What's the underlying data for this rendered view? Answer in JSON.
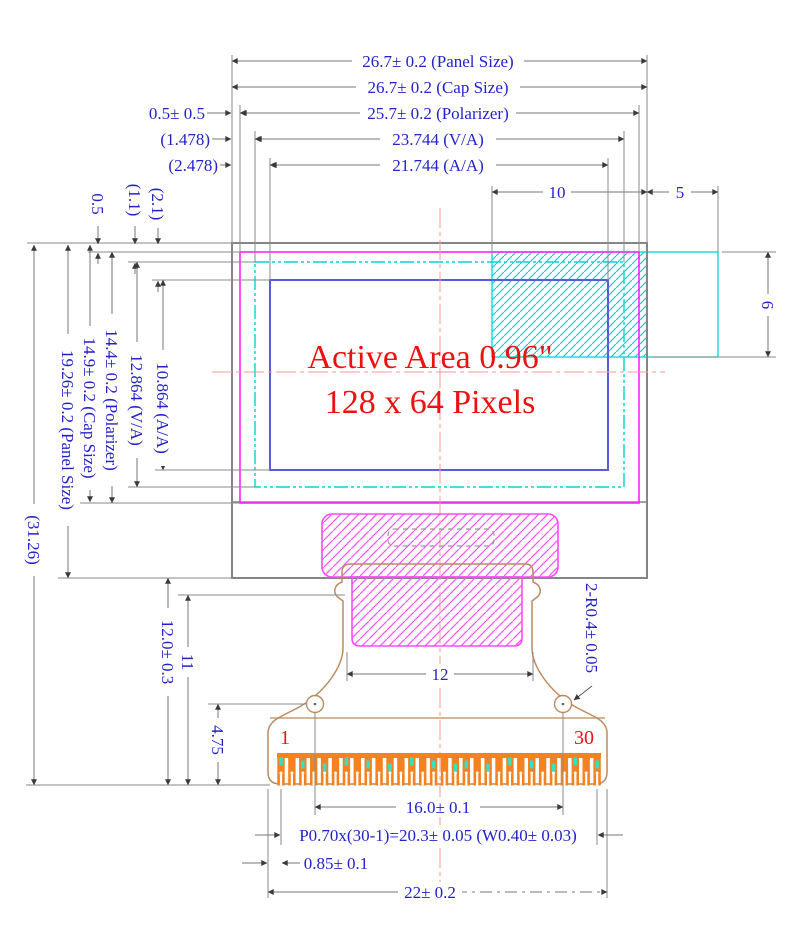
{
  "drawing": {
    "active_area_line1": "Active Area 0.96\"",
    "active_area_line2": "128 x 64 Pixels"
  },
  "dims_top": {
    "panel_w": "26.7± 0.2 (Panel Size)",
    "cap_w": "26.7± 0.2 (Cap Size)",
    "polarizer_w": "25.7± 0.2 (Polarizer)",
    "va_w": "23.744 (V/A)",
    "aa_w": "21.744 (A/A)",
    "dim10": "10",
    "dim5": "5"
  },
  "dims_left_offsets": {
    "pol_x": "0.5± 0.5",
    "va_x": "(1.478)",
    "aa_x": "(2.478)",
    "pol_y": "0.5",
    "va_y": "(1.1)",
    "aa_y": "(2.1)"
  },
  "dims_left_heights": {
    "aa_h": "10.864 (A/A)",
    "va_h": "12.864 (V/A)",
    "polarizer_h": "14.4± 0.2 (Polarizer)",
    "cap_h": "14.9± 0.2 (Cap Size)",
    "panel_h": "19.26± 0.2 (Panel Size)",
    "total_h": "(31.26)"
  },
  "dims_right": {
    "dim6": "6",
    "hole_radius": "2-R0.4± 0.05"
  },
  "dims_bottom": {
    "flex_h": "12.0± 0.3",
    "dim11": "11",
    "dim475": "4.75",
    "tab_w": "12",
    "pins_span": "16.0± 0.1",
    "pin_pitch": "P0.70x(30-1)=20.3± 0.05 (W0.40± 0.03)",
    "dim085": "0.85± 0.1",
    "conn_w": "22± 0.2"
  },
  "connector": {
    "pin_count": 30,
    "pin_first_label": "1",
    "pin_last_label": "30"
  },
  "colors": {
    "dim_text": "#2222cc",
    "red_text": "#ee1111",
    "panel_outline": "#858585",
    "polarizer": "#ff22ff",
    "view_area": "#00d5d5",
    "active_area": "#5a5ae0",
    "flex_hatch": "#ff4dff",
    "tan_outline": "#bc8a5f",
    "pin_orange": "#f5821e",
    "pin_teal": "#35e0c0",
    "centerline": "#ff9999"
  }
}
